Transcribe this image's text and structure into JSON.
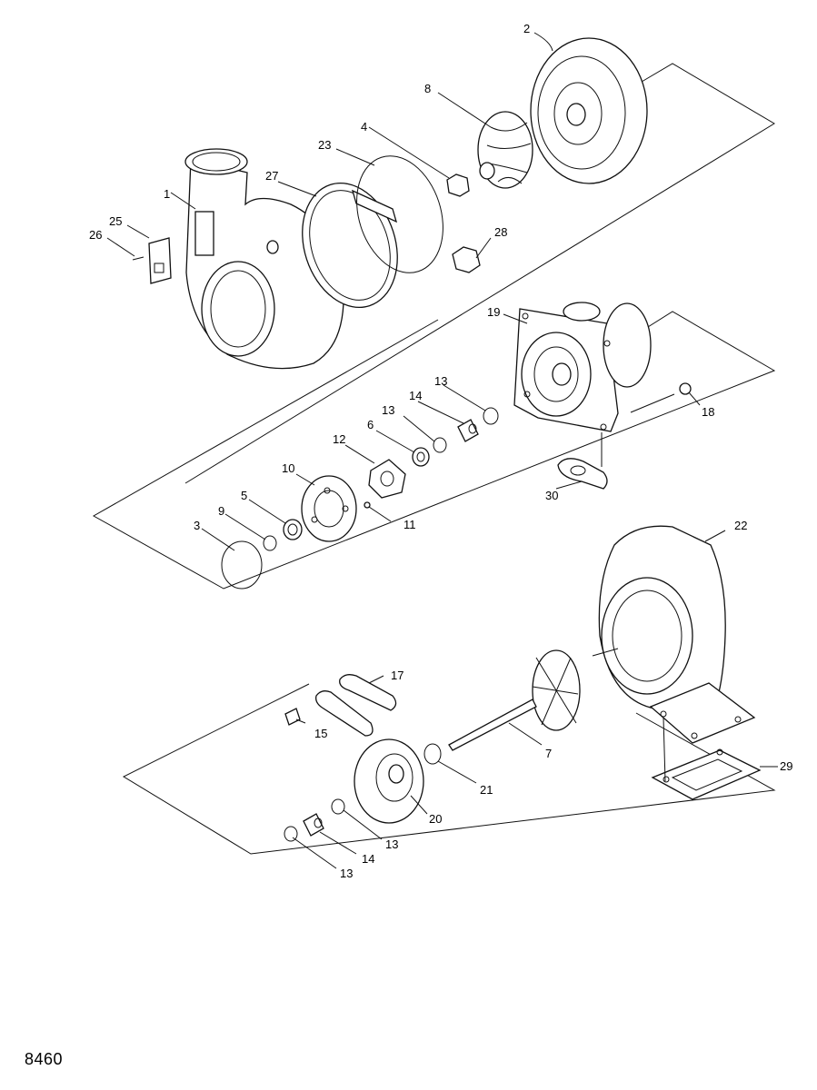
{
  "figure_number": "8460",
  "callouts": {
    "c1": "1",
    "c2": "2",
    "c3": "3",
    "c4": "4",
    "c5": "5",
    "c6": "6",
    "c7": "7",
    "c8": "8",
    "c9": "9",
    "c10": "10",
    "c11": "11",
    "c12": "12",
    "c13a": "13",
    "c13b": "13",
    "c13c": "13",
    "c13d": "13",
    "c14a": "14",
    "c14b": "14",
    "c15": "15",
    "c17": "17",
    "c18": "18",
    "c19": "19",
    "c20": "20",
    "c21": "21",
    "c22": "22",
    "c23": "23",
    "c25": "25",
    "c26": "26",
    "c27": "27",
    "c28": "28",
    "c29": "29",
    "c30": "30"
  }
}
